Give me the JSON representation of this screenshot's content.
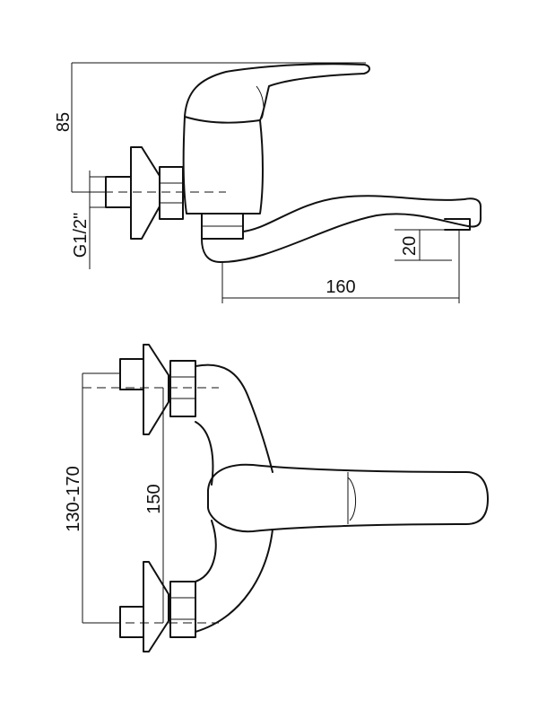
{
  "dimensions": {
    "height_85": "85",
    "thread": "G1/2\"",
    "spout_height": "20",
    "spout_reach": "160",
    "inlet_range": "130-170",
    "inlet_spacing": "150"
  }
}
